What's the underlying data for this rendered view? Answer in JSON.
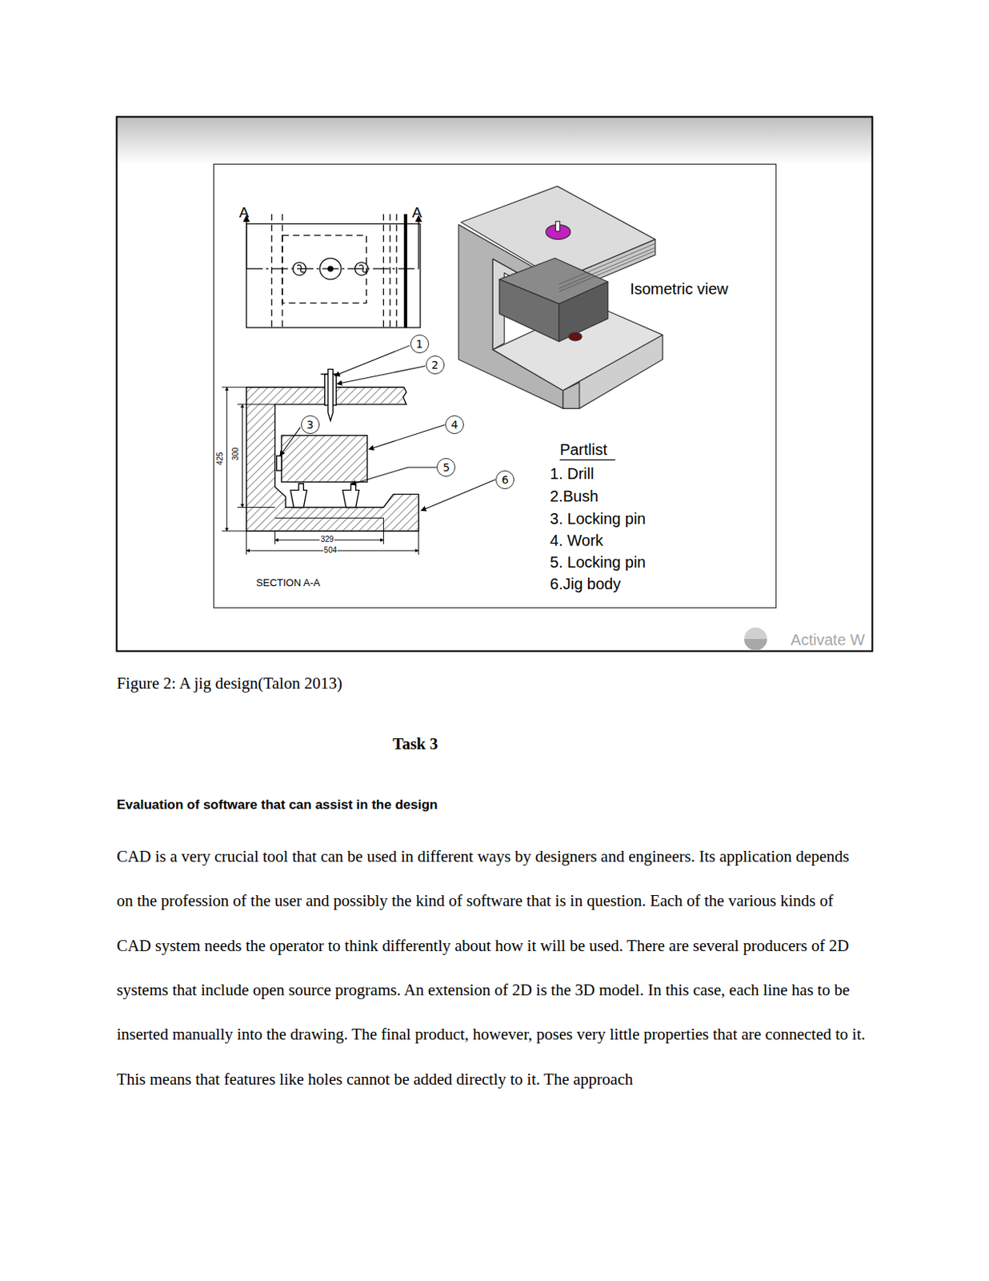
{
  "diagram": {
    "title": "Task 3",
    "caption": "Figure 2: A jig design(Talon 2013)",
    "nodes": [
      {
        "text": [
          "1"
        ]
      },
      {
        "text": [
          "2"
        ]
      },
      {
        "text": [
          "3"
        ]
      },
      {
        "text": [
          "4"
        ]
      },
      {
        "text": [
          "5"
        ]
      },
      {
        "text": [
          "6"
        ]
      }
    ],
    "edges": [],
    "labels": [
      "A",
      "A",
      "Isometric view",
      "425",
      "300",
      "329",
      "504",
      "SECTION A-A",
      "Partlist",
      "1. Drill",
      "2.Bush",
      "3. Locking pin",
      "4. Work",
      "5. Locking pin",
      "6.Jig body",
      "Activate W",
      "Evaluation of software that can assist in the design",
      "CAD is a very crucial tool that can be used in different ways by designers and engineers. Its application depends on the profession of the user and possibly the kind of software that is in question. Each of the various kinds of CAD system needs the operator to think differently about how it will be used. There are several producers of 2D systems that include open source programs. An extension of 2D is the 3D model. In this case, each line has to be inserted manually into the drawing. The final product, however, poses very little properties that are connected to it. This means that features like holes cannot be added directly to it. The approach"
    ]
  }
}
